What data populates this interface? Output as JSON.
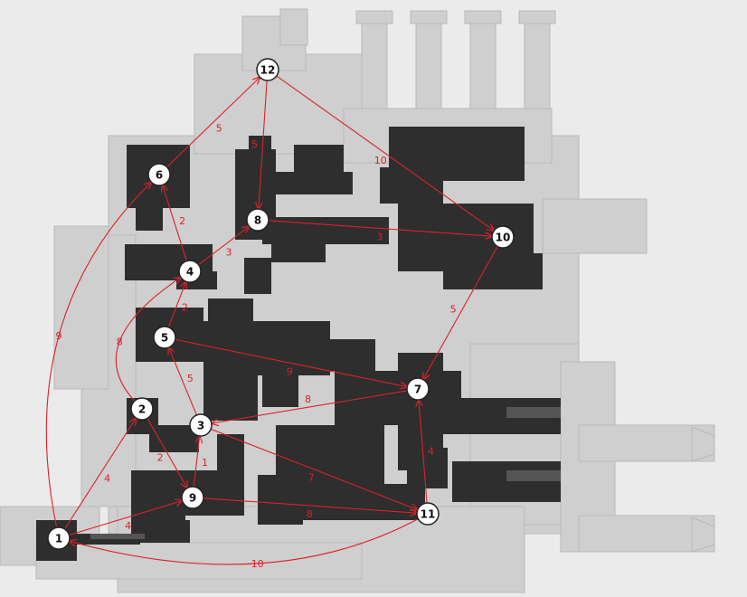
{
  "colors": {
    "background": "#ebebeb",
    "floor": "#cfcfcf",
    "floor_edge": "#b8b8b8",
    "room": "#2e2e2e",
    "edge": "#d8232a",
    "node_fill": "#ffffff",
    "node_stroke": "#222222",
    "node_text": "#111111"
  },
  "nodes": [
    {
      "id": "1",
      "label": "1"
    },
    {
      "id": "2",
      "label": "2"
    },
    {
      "id": "3",
      "label": "3"
    },
    {
      "id": "4",
      "label": "4"
    },
    {
      "id": "5",
      "label": "5"
    },
    {
      "id": "6",
      "label": "6"
    },
    {
      "id": "7",
      "label": "7"
    },
    {
      "id": "8",
      "label": "8"
    },
    {
      "id": "9",
      "label": "9"
    },
    {
      "id": "10",
      "label": "10"
    },
    {
      "id": "11",
      "label": "11"
    },
    {
      "id": "12",
      "label": "12"
    }
  ],
  "edges": [
    {
      "from": "1",
      "to": "6",
      "label": "9"
    },
    {
      "from": "1",
      "to": "2",
      "label": "4"
    },
    {
      "from": "1",
      "to": "9",
      "label": "4"
    },
    {
      "from": "11",
      "to": "1",
      "label": "10"
    },
    {
      "from": "2",
      "to": "4",
      "label": "8"
    },
    {
      "from": "2",
      "to": "9",
      "label": "2"
    },
    {
      "from": "9",
      "to": "3",
      "label": "1"
    },
    {
      "from": "9",
      "to": "11",
      "label": "8"
    },
    {
      "from": "3",
      "to": "5",
      "label": "5"
    },
    {
      "from": "3",
      "to": "11",
      "label": "7"
    },
    {
      "from": "7",
      "to": "3",
      "label": "8"
    },
    {
      "from": "5",
      "to": "7",
      "label": "9"
    },
    {
      "from": "5",
      "to": "4",
      "label": "2"
    },
    {
      "from": "4",
      "to": "6",
      "label": "2"
    },
    {
      "from": "4",
      "to": "8",
      "label": "3"
    },
    {
      "from": "6",
      "to": "12",
      "label": "5"
    },
    {
      "from": "12",
      "to": "8",
      "label": "5"
    },
    {
      "from": "12",
      "to": "10",
      "label": "10"
    },
    {
      "from": "8",
      "to": "10",
      "label": "3"
    },
    {
      "from": "10",
      "to": "7",
      "label": "5"
    },
    {
      "from": "11",
      "to": "7",
      "label": "4"
    }
  ]
}
